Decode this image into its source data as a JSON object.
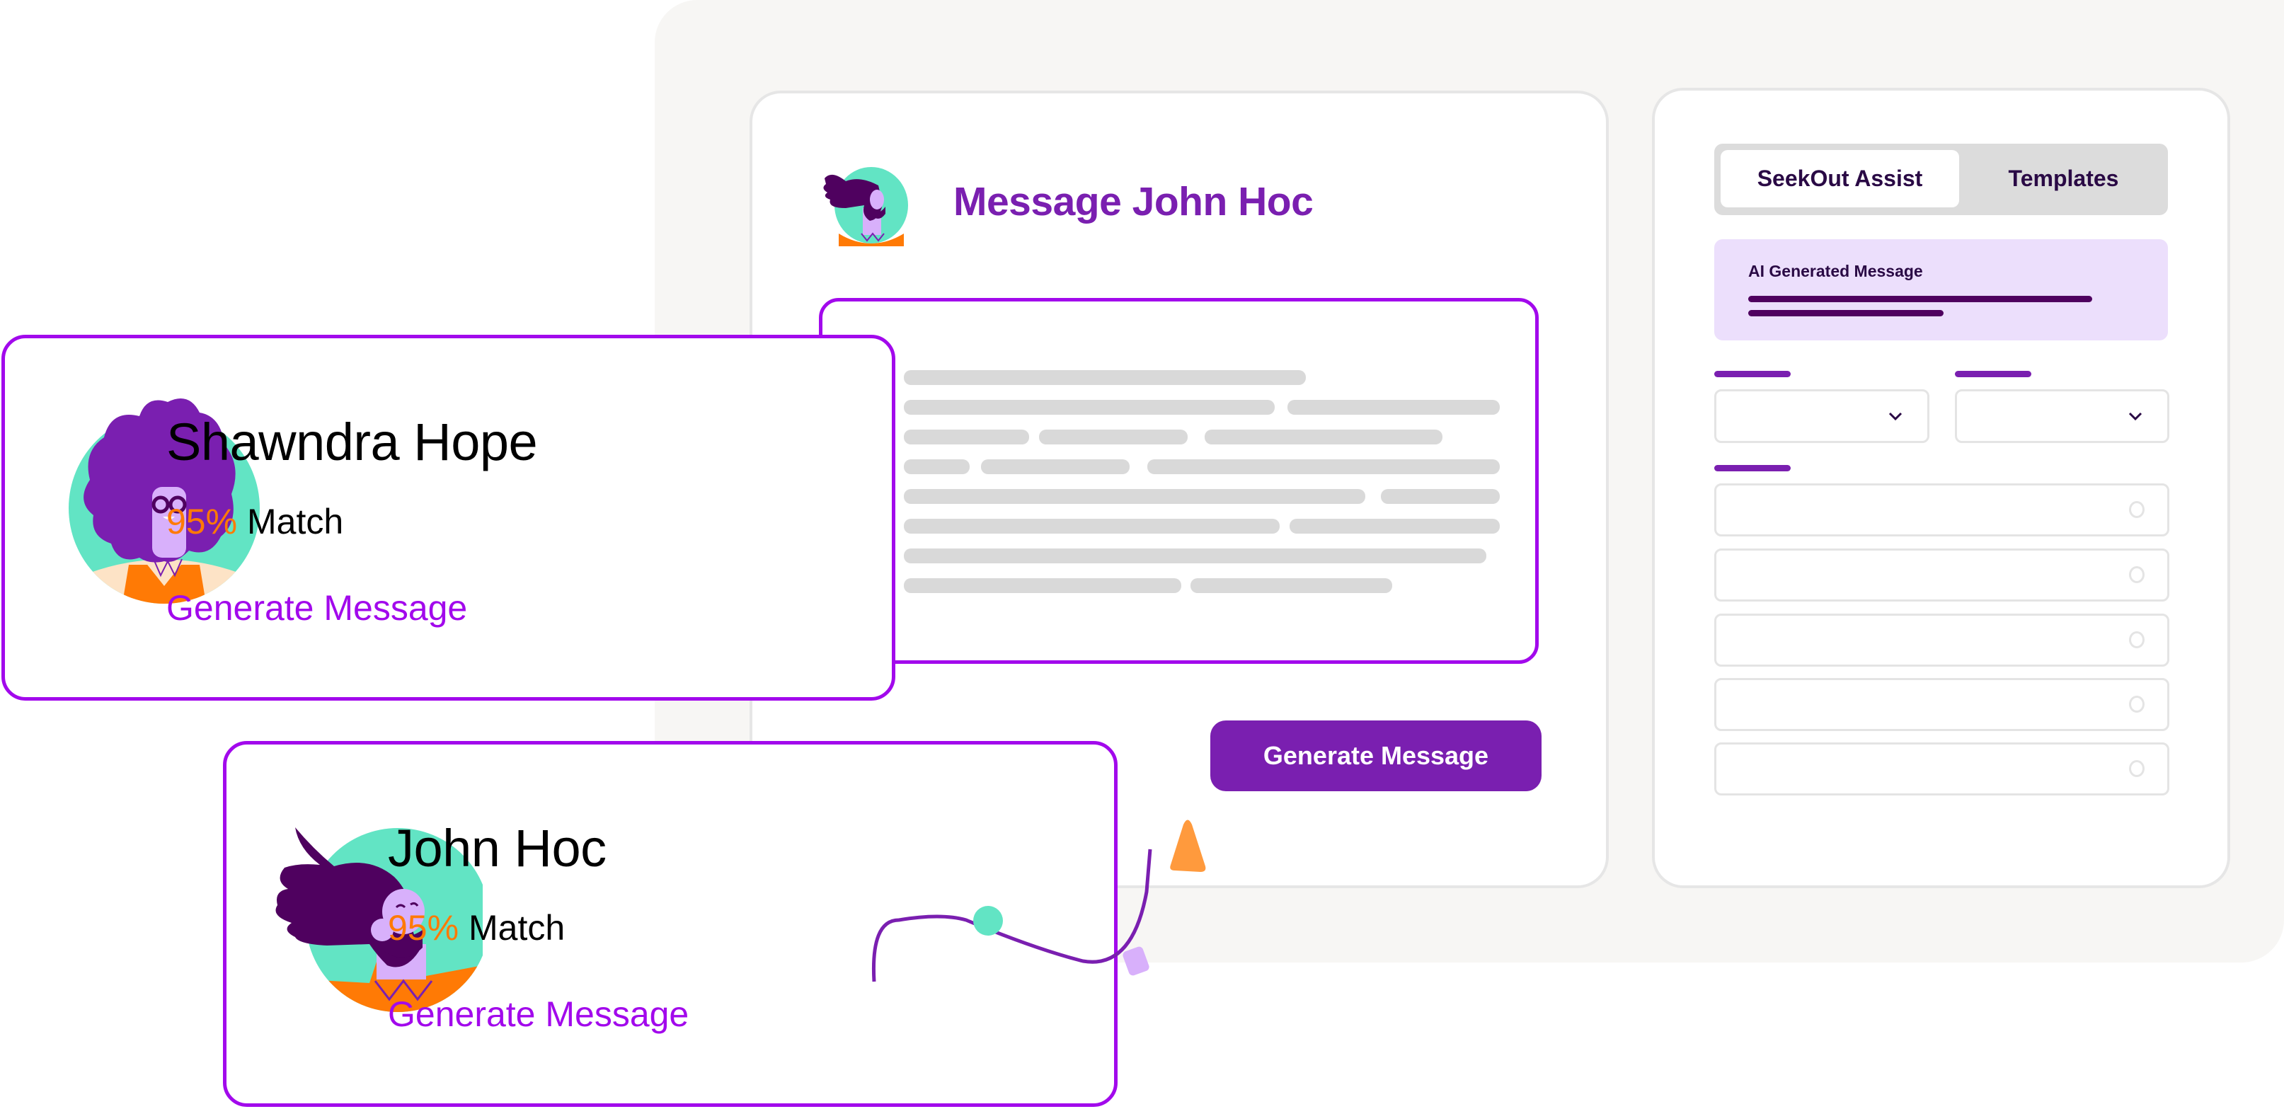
{
  "colors": {
    "brand_purple": "#7a1fb0",
    "bright_purple": "#a209ec",
    "dark_purple": "#4f015f",
    "match_orange": "#ff7a05",
    "teal": "#62e4c4",
    "lavender": "#d8b0fb",
    "ai_box_bg": "#ecdffc",
    "panel_bg": "#f7f6f4",
    "skeleton_gray": "#d9d9d9"
  },
  "message_panel": {
    "title": "Message John Hoc",
    "avatar_icon": "john-hoc-avatar",
    "generate_button_label": "Generate Message"
  },
  "assist_panel": {
    "tabs": [
      {
        "label": "SeekOut Assist",
        "active": true
      },
      {
        "label": "Templates",
        "active": false
      }
    ],
    "ai_box": {
      "title": "AI Generated Message"
    },
    "dropdowns": [
      {
        "icon": "chevron-down-icon",
        "value": ""
      },
      {
        "icon": "chevron-down-icon",
        "value": ""
      }
    ],
    "options": [
      {
        "icon": "radio-icon",
        "selected": false
      },
      {
        "icon": "radio-icon",
        "selected": false
      },
      {
        "icon": "radio-icon",
        "selected": false
      },
      {
        "icon": "radio-icon",
        "selected": false
      },
      {
        "icon": "radio-icon",
        "selected": false
      }
    ]
  },
  "candidates": [
    {
      "name": "Shawndra Hope",
      "match_percent": "95%",
      "match_label": "Match",
      "action_label": "Generate Message",
      "avatar_icon": "shawndra-hope-avatar"
    },
    {
      "name": "John Hoc",
      "match_percent": "95%",
      "match_label": "Match",
      "action_label": "Generate Message",
      "avatar_icon": "john-hoc-avatar"
    }
  ]
}
